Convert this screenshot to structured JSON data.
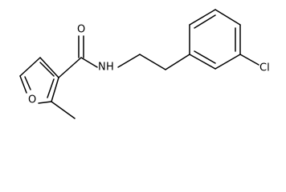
{
  "molecule": {
    "atoms": {
      "oxygen_carbonyl": "O",
      "amide_n": "N",
      "amide_h": "H",
      "furan_o": "O",
      "chlorine": "Cl"
    },
    "colors": {
      "bond": "#000000",
      "text": "#000000",
      "background": "#ffffff"
    }
  }
}
